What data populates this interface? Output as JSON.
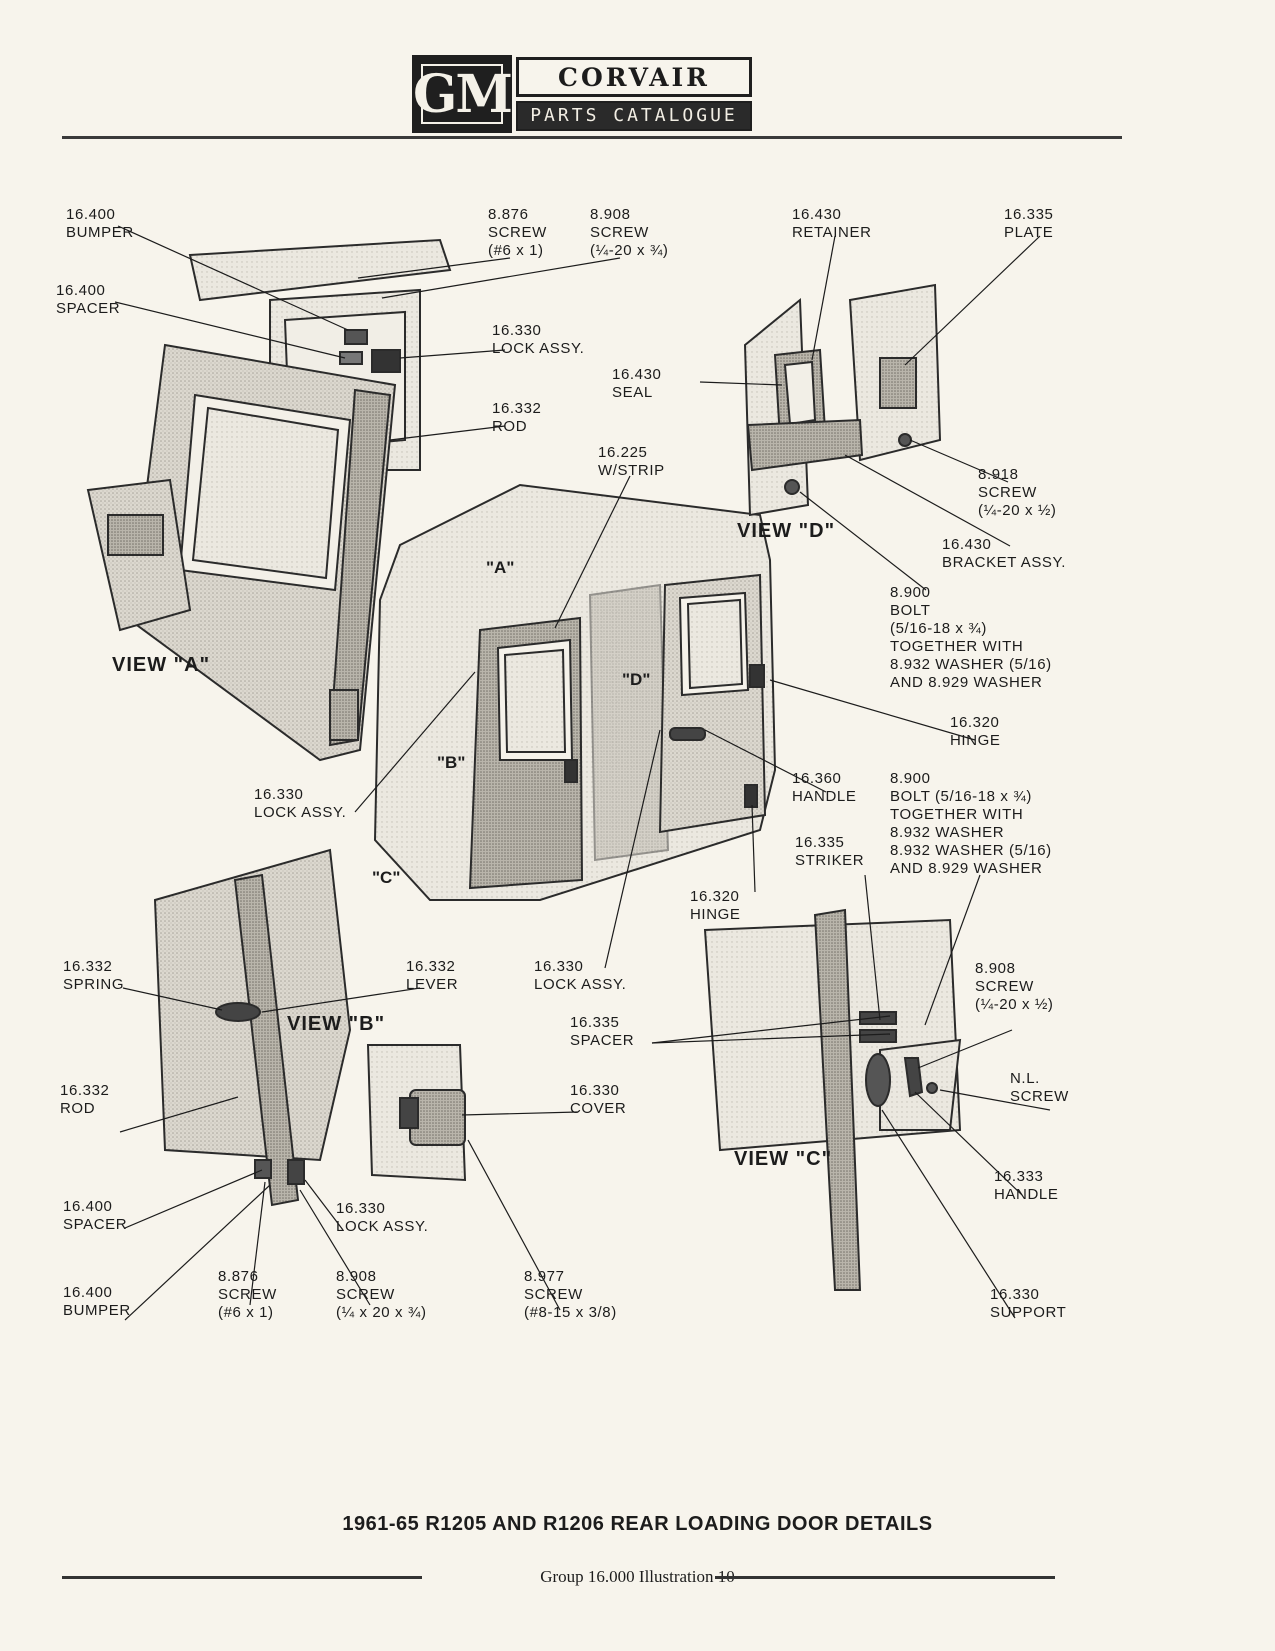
{
  "header": {
    "logo": "GM",
    "title": "CORVAIR",
    "subtitle": "PARTS CATALOGUE"
  },
  "views": {
    "a": "VIEW \"A\"",
    "b": "VIEW \"B\"",
    "c": "VIEW \"C\"",
    "d": "VIEW \"D\""
  },
  "callouts": {
    "a": "\"A\"",
    "b": "\"B\"",
    "c": "\"C\"",
    "d": "\"D\""
  },
  "labels": {
    "l1": [
      "16.400",
      "BUMPER"
    ],
    "l2": [
      "16.400",
      "SPACER"
    ],
    "l3": [
      "8.876",
      "SCREW",
      "(#6 x 1)"
    ],
    "l4": [
      "8.908",
      "SCREW",
      "(¼-20 x ¾)"
    ],
    "l5": [
      "16.330",
      "LOCK ASSY."
    ],
    "l6": [
      "16.332",
      "ROD"
    ],
    "l7": [
      "16.225",
      "W/STRIP"
    ],
    "l8": [
      "16.430",
      "RETAINER"
    ],
    "l9": [
      "16.335",
      "PLATE"
    ],
    "l10": [
      "16.430",
      "SEAL"
    ],
    "l11": [
      "8.918",
      "SCREW",
      "(¼-20 x ½)"
    ],
    "l12": [
      "16.430",
      "BRACKET ASSY."
    ],
    "l13": [
      "8.900",
      "BOLT",
      "(5/16-18 x ¾)",
      "TOGETHER WITH",
      "8.932 WASHER (5/16)",
      "AND 8.929 WASHER"
    ],
    "l14": [
      "16.320",
      "HINGE"
    ],
    "l15": [
      "16.330",
      "LOCK ASSY."
    ],
    "l16": [
      "16.360",
      "HANDLE"
    ],
    "l17": [
      "8.900",
      "BOLT (5/16-18 x ¾)",
      "TOGETHER WITH",
      "8.932 WASHER",
      "8.932 WASHER (5/16)",
      "AND 8.929 WASHER"
    ],
    "l18": [
      "16.335",
      "STRIKER"
    ],
    "l19": [
      "16.320",
      "HINGE"
    ],
    "l20": [
      "16.332",
      "SPRING"
    ],
    "l21": [
      "16.332",
      "LEVER"
    ],
    "l22": [
      "16.330",
      "LOCK ASSY."
    ],
    "l23": [
      "8.908",
      "SCREW",
      "(¼-20 x ½)"
    ],
    "l24": [
      "16.335",
      "SPACER"
    ],
    "l25": [
      "N.L.",
      "SCREW"
    ],
    "l26": [
      "16.332",
      "ROD"
    ],
    "l27": [
      "16.330",
      "COVER"
    ],
    "l28": [
      "16.333",
      "HANDLE"
    ],
    "l29": [
      "16.400",
      "SPACER"
    ],
    "l30": [
      "16.330",
      "LOCK ASSY."
    ],
    "l31": [
      "16.400",
      "BUMPER"
    ],
    "l32": [
      "8.876",
      "SCREW",
      "(#6 x 1)"
    ],
    "l33": [
      "8.908",
      "SCREW",
      "(¼ x 20 x ¾)"
    ],
    "l34": [
      "8.977",
      "SCREW",
      "(#8-15 x 3/8)"
    ],
    "l35": [
      "16.330",
      "SUPPORT"
    ]
  },
  "caption": "1961-65 R1205 AND R1206 REAR LOADING DOOR DETAILS",
  "footer": "Group 16.000  Illustration 10"
}
